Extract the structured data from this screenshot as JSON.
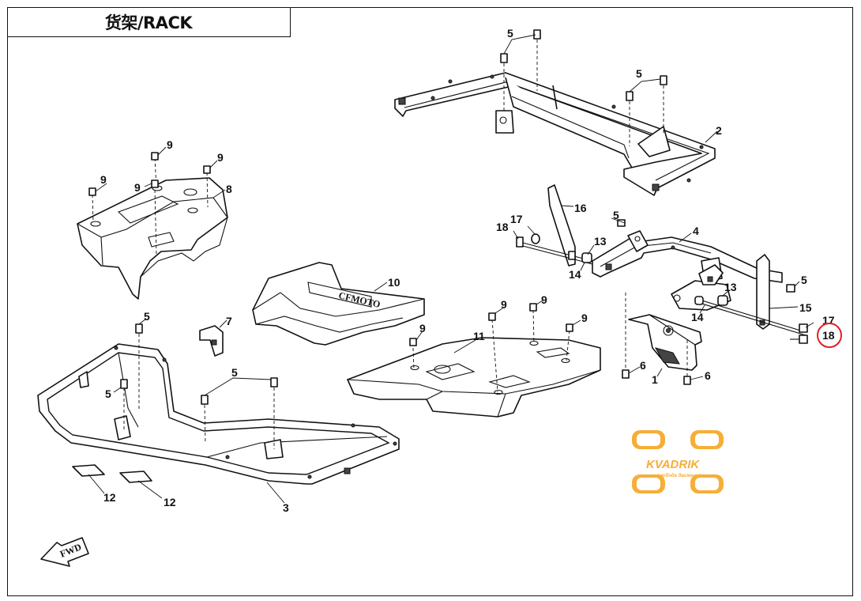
{
  "title": "货架/RACK",
  "callouts": {
    "c1": "1",
    "c2": "2",
    "c3": "3",
    "c4": "4",
    "c5a": "5",
    "c5b": "5",
    "c5c": "5",
    "c5d": "5",
    "c5e": "5",
    "c5f": "5",
    "c5g": "5",
    "c6a": "6",
    "c6b": "6",
    "c7": "7",
    "c8": "8",
    "c9a": "9",
    "c9b": "9",
    "c9c": "9",
    "c9d": "9",
    "c9e": "9",
    "c9f": "9",
    "c9g": "9",
    "c9h": "9",
    "c10": "10",
    "c11": "11",
    "c12a": "12",
    "c12b": "12",
    "c13a": "13",
    "c13b": "13",
    "c14a": "14",
    "c14b": "14",
    "c15": "15",
    "c16": "16",
    "c17a": "17",
    "c17b": "17",
    "c18a": "18",
    "c18b": "18"
  },
  "highlight": {
    "label": "18",
    "color": "#e02020"
  },
  "fwd_label": "FWD",
  "part10_emblem": "CFMOTO",
  "watermark": {
    "brand": "KVADRIK",
    "tagline": "свобода движения",
    "color": "#f6a623"
  }
}
